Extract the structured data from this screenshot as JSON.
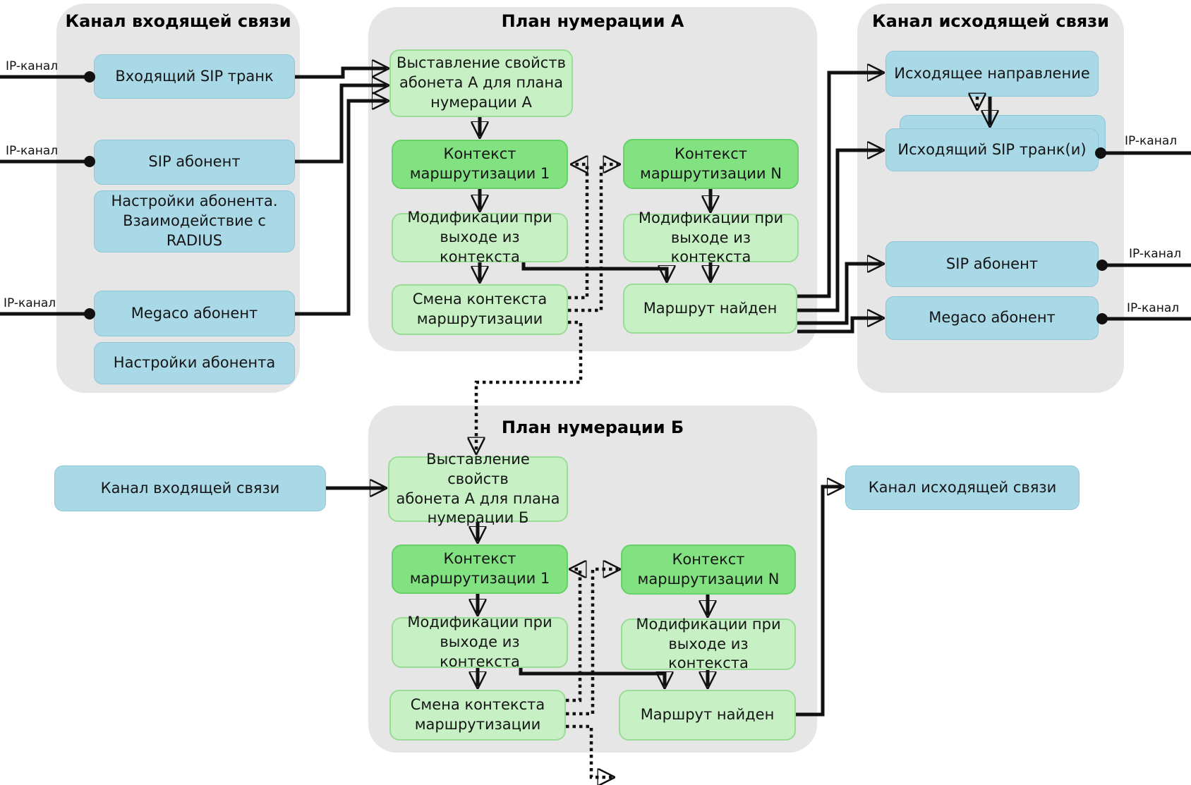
{
  "labels": {
    "ip_channel": "IP-канал"
  },
  "colors": {
    "panel_bg": "#e6e6e6",
    "blue_box": "#a9d8e7",
    "green_dark": "#82e282",
    "green_light": "#c7f1c5",
    "line": "#111111",
    "text": "#151515"
  },
  "incoming_channel": {
    "title": "Канал входящей связи",
    "incoming_sip_trunk": "Входящий SIP транк",
    "sip_subscriber": "SIP абонент",
    "subscriber_settings_radius": "Настройки абонента.\nВзаимодействие с\nRADIUS",
    "megaco_subscriber": "Megaco абонент",
    "subscriber_settings": "Настройки абонента"
  },
  "plan_a": {
    "title": "План нумерации А",
    "set_properties": "Выставление свойств\nабонета А для плана\nнумерации А",
    "context_1": "Контекст\nмаршрутизации 1",
    "modifications_exit_1": "Модификации при\nвыходе из контекста",
    "context_change": "Смена контекста\nмаршрутизации",
    "context_n": "Контекст\nмаршрутизации N",
    "modifications_exit_n": "Модификации при\nвыходе из контекста",
    "route_found": "Маршрут найден"
  },
  "plan_b": {
    "title": "План нумерации Б",
    "set_properties": "Выставление свойств\nабонета А для плана\nнумерации Б",
    "context_1": "Контекст\nмаршрутизации 1",
    "modifications_exit_1": "Модификации при\nвыходе из контекста",
    "context_change": "Смена контекста\nмаршрутизации",
    "context_n": "Контекст\nмаршрутизации N",
    "modifications_exit_n": "Модификации при\nвыходе из контекста",
    "route_found": "Маршрут найден"
  },
  "outgoing_channel": {
    "title": "Канал исходящей связи",
    "outgoing_direction": "Исходящее направление",
    "outgoing_sip_trunks": "Исходящий SIP транк(и)",
    "sip_subscriber": "SIP абонент",
    "megaco_subscriber": "Megaco абонент"
  },
  "external_boxes": {
    "incoming": "Канал входящей связи",
    "outgoing": "Канал исходящей связи"
  }
}
